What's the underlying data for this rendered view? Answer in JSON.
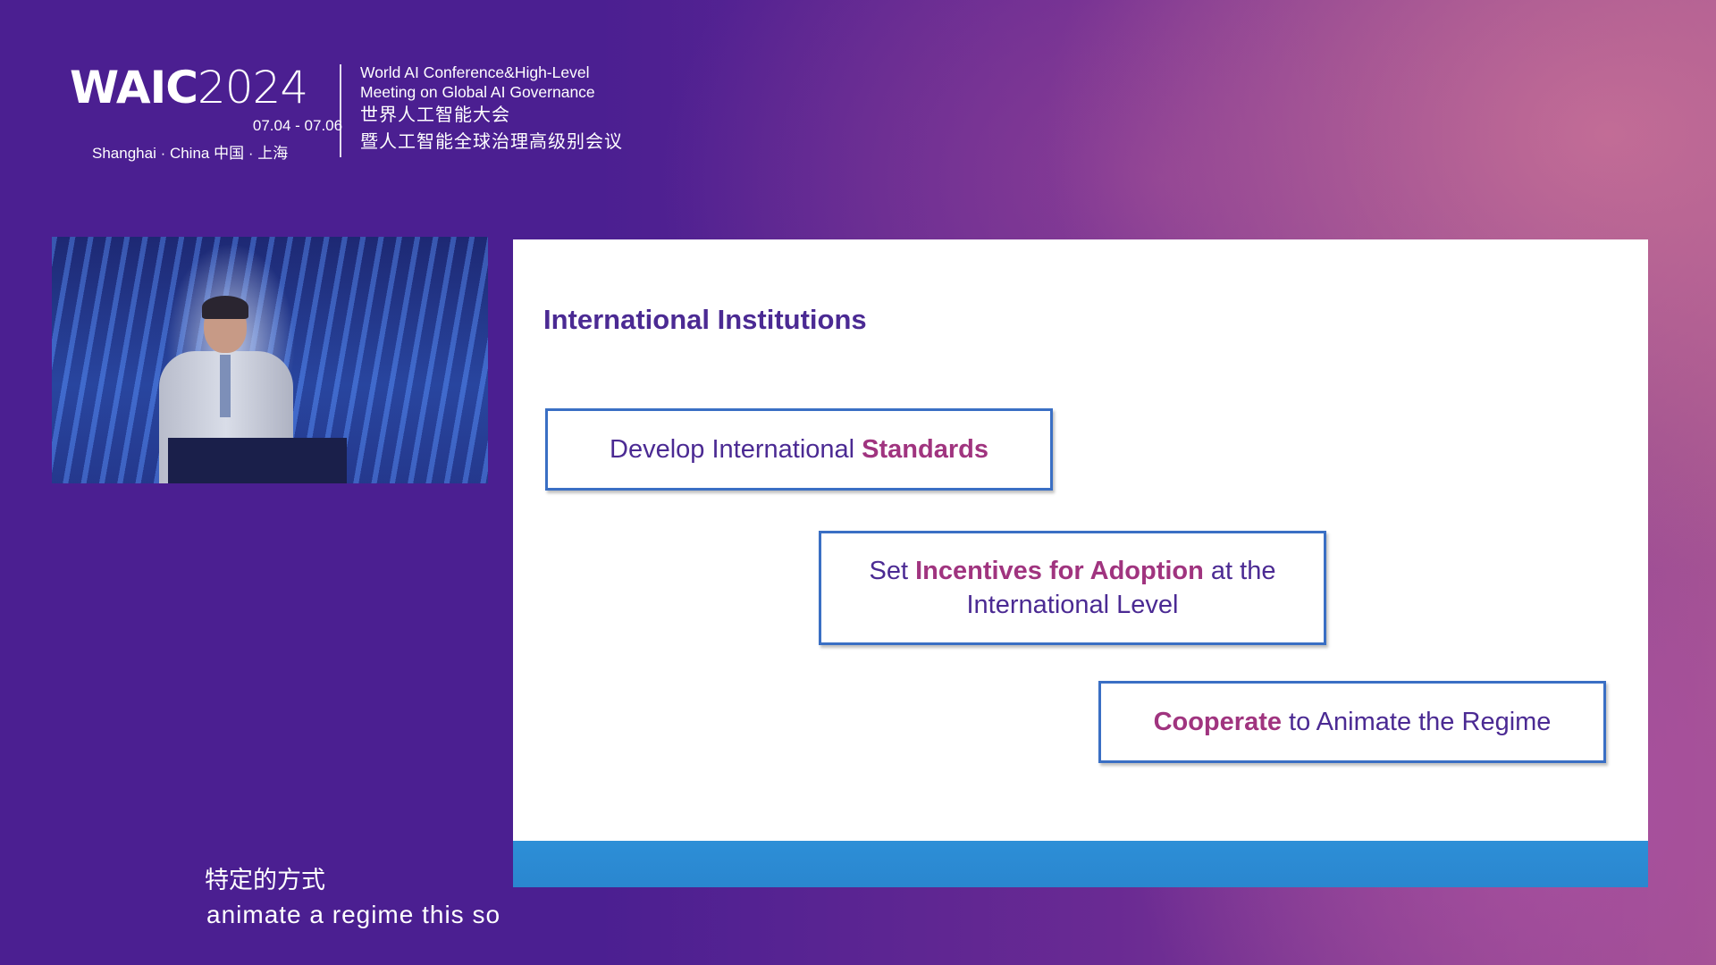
{
  "logo": {
    "waic": "WAIC",
    "year": "2024",
    "dates": "07.04 - 07.06",
    "place": "Shanghai · China  中国 · 上海",
    "en_line1": "World AI Conference&High-Level",
    "en_line2": "Meeting on Global AI Governance",
    "cn_line1": "世界人工智能大会",
    "cn_line2": "暨人工智能全球治理高级别会议"
  },
  "slide": {
    "title": "International Institutions",
    "box1": {
      "pre": "Develop International ",
      "highlight": "Standards"
    },
    "box2": {
      "pre": "Set ",
      "highlight": "Incentives for Adoption",
      "post": " at the International Level"
    },
    "box3": {
      "highlight": "Cooperate",
      "post": " to Animate the Regime"
    }
  },
  "subtitles": {
    "chinese": "特定的方式",
    "english": "animate a regime this so"
  },
  "colors": {
    "background_left": "#4b1f91",
    "background_right": "#a25390",
    "slide_title": "#4b2a93",
    "highlight": "#a0347f",
    "box_border": "#3a6fc4",
    "footer_bar": "#2d8fd7"
  }
}
